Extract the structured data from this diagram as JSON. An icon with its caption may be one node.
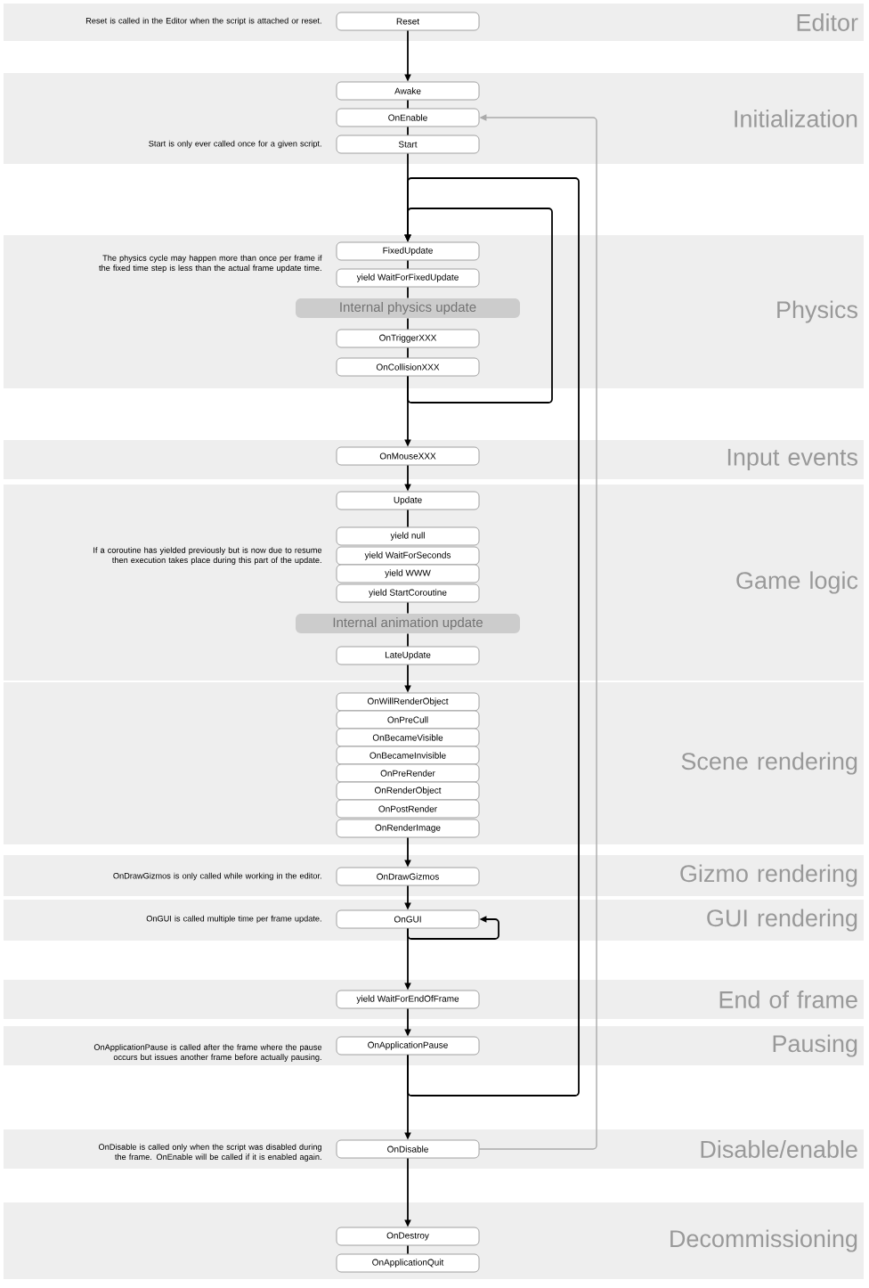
{
  "diagram": {
    "nodes": [
      {
        "text": [
          "Editor"
        ]
      },
      {
        "text": [
          "Reset"
        ],
        "in": 0,
        "beside": [
          "Reset is called in the Editor when the script is attached or reset."
        ]
      },
      {
        "text": [
          "Initialization"
        ]
      },
      {
        "text": [
          "Awake"
        ],
        "in": 2
      },
      {
        "text": [
          "OnEnable"
        ],
        "in": 2
      },
      {
        "text": [
          "Start"
        ],
        "in": 2,
        "beside": [
          "Start is only ever called once for a given script."
        ]
      },
      {
        "text": [
          "Physics"
        ]
      },
      {
        "text": [
          "FixedUpdate"
        ],
        "in": 6,
        "beside": [
          "The physics cycle may happen more than once per frame if the fixed time step is less than the actual frame update time."
        ]
      },
      {
        "text": [
          "yield WaitForFixedUpdate"
        ],
        "in": 6
      },
      {
        "text": [
          "Internal physics update"
        ],
        "in": 6
      },
      {
        "text": [
          "OnTriggerXXX"
        ],
        "in": 6
      },
      {
        "text": [
          "OnCollisionXXX"
        ],
        "in": 6
      },
      {
        "text": [
          "Input events"
        ]
      },
      {
        "text": [
          "OnMouseXXX"
        ],
        "in": 12
      },
      {
        "text": [
          "Game logic"
        ]
      },
      {
        "text": [
          "Update"
        ],
        "in": 14
      },
      {
        "text": [
          "yield null"
        ],
        "in": 14
      },
      {
        "text": [
          "yield WaitForSeconds"
        ],
        "in": 14,
        "beside": [
          "If a coroutine has yielded previously but is now due to resume then execution takes place during this part of the update."
        ]
      },
      {
        "text": [
          "yield WWW"
        ],
        "in": 14
      },
      {
        "text": [
          "yield StartCoroutine"
        ],
        "in": 14
      },
      {
        "text": [
          "Internal animation update"
        ],
        "in": 14
      },
      {
        "text": [
          "LateUpdate"
        ],
        "in": 14
      },
      {
        "text": [
          "Scene rendering"
        ]
      },
      {
        "text": [
          "OnWillRenderObject"
        ],
        "in": 22
      },
      {
        "text": [
          "OnPreCull"
        ],
        "in": 22
      },
      {
        "text": [
          "OnBecameVisible"
        ],
        "in": 22
      },
      {
        "text": [
          "OnBecameInvisible"
        ],
        "in": 22
      },
      {
        "text": [
          "OnPreRender"
        ],
        "in": 22
      },
      {
        "text": [
          "OnRenderObject"
        ],
        "in": 22
      },
      {
        "text": [
          "OnPostRender"
        ],
        "in": 22
      },
      {
        "text": [
          "OnRenderImage"
        ],
        "in": 22
      },
      {
        "text": [
          "Gizmo rendering"
        ]
      },
      {
        "text": [
          "OnDrawGizmos"
        ],
        "in": 31,
        "beside": [
          "OnDrawGizmos is only called while working in the editor."
        ]
      },
      {
        "text": [
          "GUI rendering"
        ]
      },
      {
        "text": [
          "OnGUI"
        ],
        "in": 33,
        "beside": [
          "OnGUI is called multiple time per frame update."
        ]
      },
      {
        "text": [
          "End of frame"
        ]
      },
      {
        "text": [
          "yield WaitForEndOfFrame"
        ],
        "in": 35
      },
      {
        "text": [
          "Pausing"
        ]
      },
      {
        "text": [
          "OnApplicationPause"
        ],
        "in": 37,
        "beside": [
          "OnApplicationPause is called after the frame where the pause occurs but issues another frame before actually pausing."
        ]
      },
      {
        "text": [
          "Disable/enable"
        ]
      },
      {
        "text": [
          "OnDisable"
        ],
        "in": 39,
        "beside": [
          "OnDisable is called only when the script was disabled during the frame. OnEnable will be called if it is enabled again."
        ]
      },
      {
        "text": [
          "Decommissioning"
        ]
      },
      {
        "text": [
          "OnDestroy"
        ],
        "in": 41
      },
      {
        "text": [
          "OnApplicationQuit"
        ],
        "in": 41
      }
    ],
    "edges": [
      {
        "from": 1,
        "to": 3,
        "arrow": "to"
      },
      {
        "from": 3,
        "to": 4,
        "arrow": "none"
      },
      {
        "from": 4,
        "to": 5,
        "arrow": "none"
      },
      {
        "from": 5,
        "to": 7,
        "arrow": "to"
      },
      {
        "from": 7,
        "to": 8,
        "arrow": "none"
      },
      {
        "from": 8,
        "to": 9,
        "arrow": "none"
      },
      {
        "from": 9,
        "to": 10,
        "arrow": "none"
      },
      {
        "from": 10,
        "to": 11,
        "arrow": "none"
      },
      {
        "from": 11,
        "to": 13,
        "arrow": "to"
      },
      {
        "from": 11,
        "to": 7,
        "arrow": "to"
      },
      {
        "from": 13,
        "to": 15,
        "arrow": "to"
      },
      {
        "from": 15,
        "to": 16,
        "arrow": "none"
      },
      {
        "from": 19,
        "to": 20,
        "arrow": "none"
      },
      {
        "from": 20,
        "to": 21,
        "arrow": "none"
      },
      {
        "from": 21,
        "to": 23,
        "arrow": "to"
      },
      {
        "from": 30,
        "to": 32,
        "arrow": "to"
      },
      {
        "from": 32,
        "to": 34,
        "arrow": "to"
      },
      {
        "from": 34,
        "to": 34,
        "arrow": "to"
      },
      {
        "from": 34,
        "to": 36,
        "arrow": "to"
      },
      {
        "from": 36,
        "to": 38,
        "arrow": "to"
      },
      {
        "from": 38,
        "to": 40,
        "arrow": "to"
      },
      {
        "from": 38,
        "to": 7,
        "arrow": "to"
      },
      {
        "from": 40,
        "to": 4,
        "arrow": "to",
        "color": "#aaaaaa"
      },
      {
        "from": 40,
        "to": 42,
        "arrow": "to"
      },
      {
        "from": 42,
        "to": 43,
        "arrow": "none"
      }
    ]
  }
}
